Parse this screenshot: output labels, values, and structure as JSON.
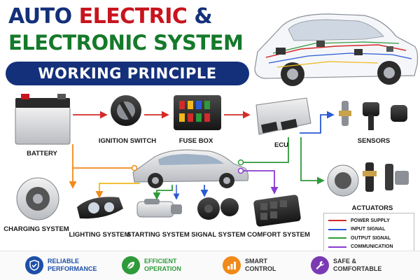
{
  "title": {
    "word1": "AUTO",
    "word2": "ELECTRIC",
    "word3": "&",
    "line2": "ELECTRONIC SYSTEM",
    "banner": "WORKING PRINCIPLE"
  },
  "components": {
    "battery": "BATTERY",
    "ignition": "IGNITION SWITCH",
    "fusebox": "FUSE BOX",
    "ecu": "ECU",
    "sensors": "SENSORS",
    "actuators": "ACTUATORS",
    "charging": "CHARGING SYSTEM",
    "lighting": "LIGHTING SYSTEM",
    "starting": "STARTING SYSTEM",
    "signal": "SIGNAL SYSTEM",
    "comfort": "COMFORT SYSTEM"
  },
  "legend": [
    {
      "label": "POWER SUPPLY",
      "color": "#d42a2a"
    },
    {
      "label": "INPUT SIGNAL",
      "color": "#2a5ad4"
    },
    {
      "label": "OUTPUT SIGNAL",
      "color": "#2e9a3a"
    },
    {
      "label": "COMMUNICATION",
      "color": "#8a3ad4"
    }
  ],
  "colors": {
    "power": "#d42a2a",
    "input": "#2a5ad4",
    "output": "#2e9a3a",
    "communication": "#8a3ad4",
    "charging": "#f08a1a",
    "navy": "#14307a"
  },
  "features": [
    {
      "line1": "RELIABLE",
      "line2": "PERFORMANCE",
      "icon": "shield-check-icon",
      "color": "#1e4fa8"
    },
    {
      "line1": "EFFICIENT",
      "line2": "OPERATION",
      "icon": "leaf-icon",
      "color": "#2e9a3a"
    },
    {
      "line1": "SMART",
      "line2": "CONTROL",
      "icon": "chart-up-icon",
      "color": "#f08a1a"
    },
    {
      "line1": "SAFE &",
      "line2": "COMFORTABLE",
      "icon": "wrench-icon",
      "color": "#7a3ab4"
    }
  ]
}
